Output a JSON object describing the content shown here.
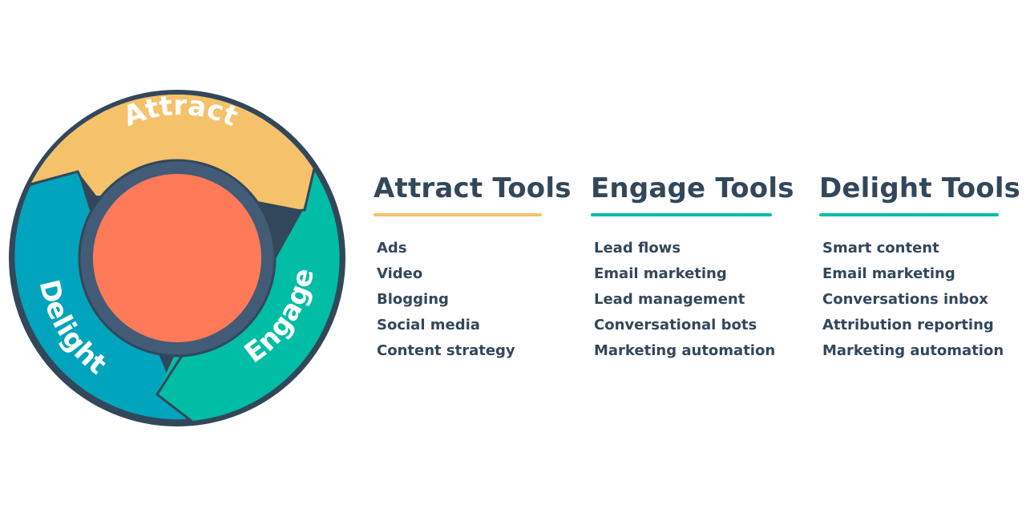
{
  "flywheel": {
    "segments": [
      {
        "label": "Attract",
        "color": "#f5c26b"
      },
      {
        "label": "Engage",
        "color": "#00bda5"
      },
      {
        "label": "Delight",
        "color": "#00a4bd"
      }
    ],
    "outline_color": "#33475b",
    "ring_color": "#425b76",
    "hub_color": "#ff7a59"
  },
  "columns": [
    {
      "title": "Attract Tools",
      "accent": "#f5c26b",
      "items": [
        "Ads",
        "Video",
        "Blogging",
        "Social media",
        "Content strategy"
      ]
    },
    {
      "title": "Engage Tools",
      "accent": "#00bda5",
      "items": [
        "Lead flows",
        "Email marketing",
        "Lead management",
        "Conversational bots",
        "Marketing automation"
      ]
    },
    {
      "title": "Delight Tools",
      "accent": "#00bda5",
      "items": [
        "Smart content",
        "Email marketing",
        "Conversations inbox",
        "Attribution reporting",
        "Marketing automation"
      ]
    }
  ]
}
